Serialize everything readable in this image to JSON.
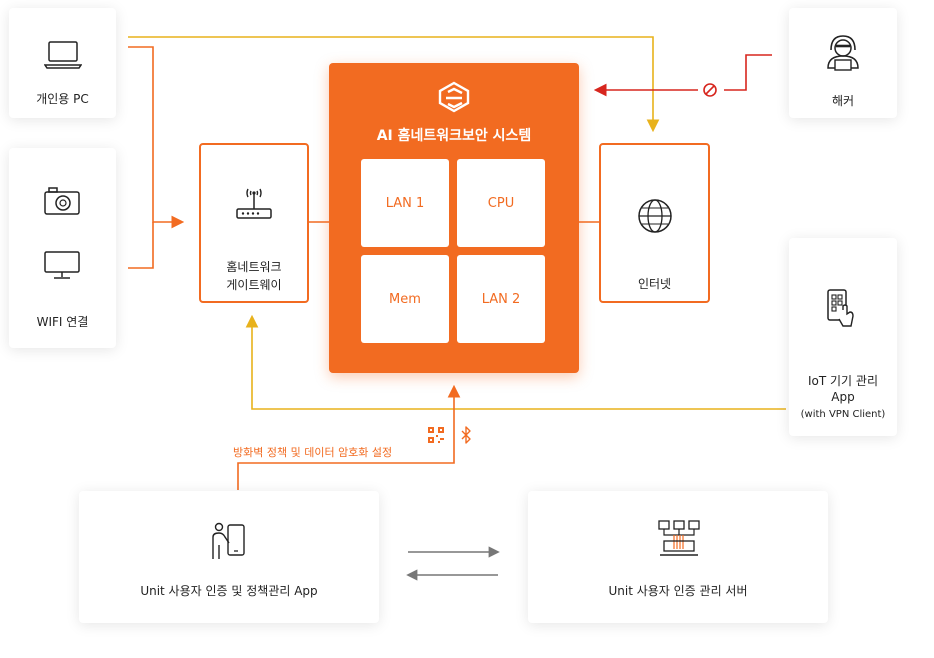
{
  "center": {
    "title": "AI 홈네트워크보안 시스템",
    "cells": [
      "LAN 1",
      "CPU",
      "Mem",
      "LAN 2"
    ]
  },
  "pc": {
    "label": "개인용 PC"
  },
  "wifi": {
    "label": "WIFI 연결"
  },
  "gateway": {
    "line1": "홈네트워크",
    "line2": "게이트웨이"
  },
  "internet": {
    "label": "인터넷"
  },
  "hacker": {
    "label": "해커"
  },
  "iot": {
    "line1": "IoT 기기 관리",
    "line2": "App",
    "line3": "(with VPN Client)"
  },
  "policy": {
    "label": "방화벽 정책 및 데이터 암호화 설정"
  },
  "unit_app": {
    "label": "Unit 사용자 인증 및 정책관리 App"
  },
  "unit_server": {
    "label": "Unit 사용자 인증 관리 서버"
  },
  "colors": {
    "orange": "#f26b21",
    "yellow": "#e8b21c",
    "red": "#d7261e",
    "grey": "#777777"
  }
}
